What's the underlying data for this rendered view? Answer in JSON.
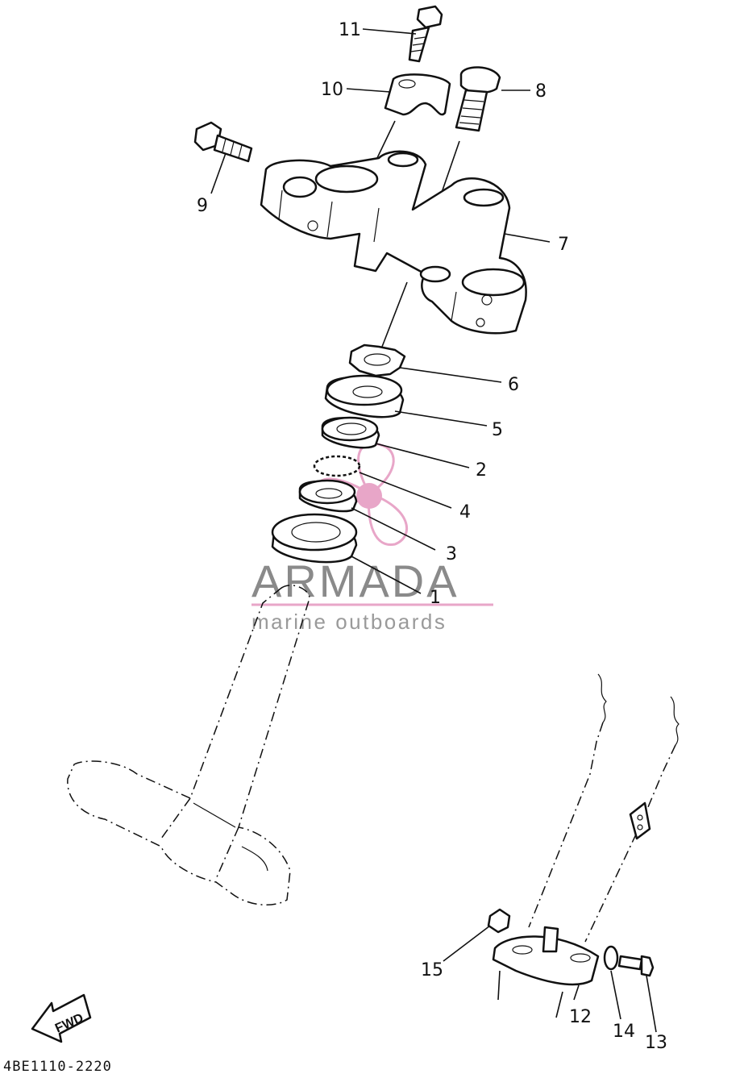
{
  "diagram": {
    "code": "4BE1110-2220",
    "fwd_label": "FWD",
    "watermark": {
      "title": "ARMADA",
      "subtitle": "marine outboards",
      "accent_color": "#e8a6c8"
    },
    "callouts": [
      {
        "id": "c1",
        "label": "1"
      },
      {
        "id": "c2",
        "label": "2"
      },
      {
        "id": "c3",
        "label": "3"
      },
      {
        "id": "c4",
        "label": "4"
      },
      {
        "id": "c5",
        "label": "5"
      },
      {
        "id": "c6",
        "label": "6"
      },
      {
        "id": "c7",
        "label": "7"
      },
      {
        "id": "c8",
        "label": "8"
      },
      {
        "id": "c9",
        "label": "9"
      },
      {
        "id": "c10",
        "label": "10"
      },
      {
        "id": "c11",
        "label": "11"
      },
      {
        "id": "c12",
        "label": "12"
      },
      {
        "id": "c13",
        "label": "13"
      },
      {
        "id": "c14",
        "label": "14"
      },
      {
        "id": "c15",
        "label": "15"
      }
    ]
  }
}
